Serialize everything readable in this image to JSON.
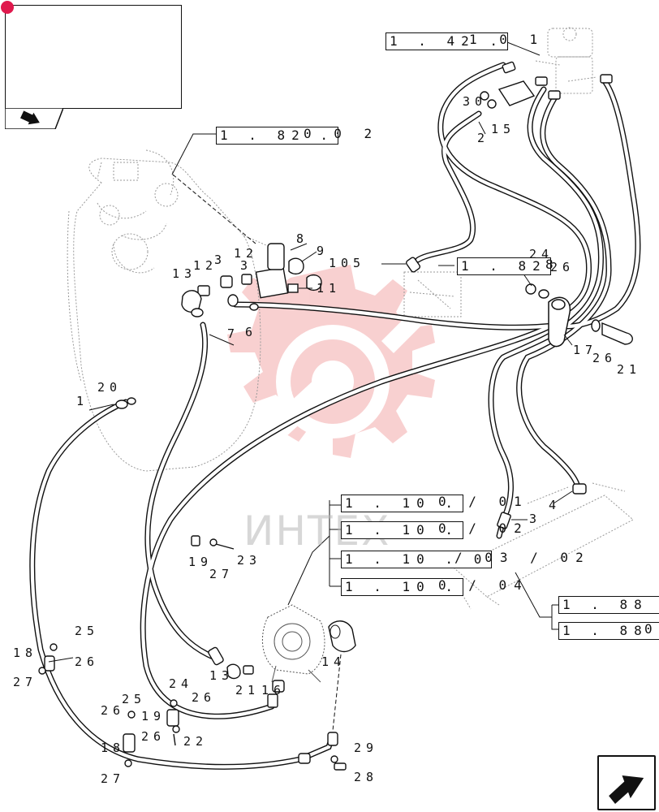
{
  "ref_boxes": [
    {
      "name": "ref-1-42",
      "box": "1 . 42 .",
      "tail": "1 0 1"
    },
    {
      "name": "ref-1-82-top",
      "box": "1 . 82 .",
      "tail": "0 0 2"
    },
    {
      "name": "ref-1-82-mid",
      "box": "1 . 82",
      "tail": "8"
    },
    {
      "name": "ref-1-10-01",
      "box": "1 . 10 .",
      "tail": "0 / 01"
    },
    {
      "name": "ref-1-10-02",
      "box": "1 . 10 .",
      "tail": "0 / 02"
    },
    {
      "name": "ref-1-10-0302",
      "box": "1 . 10 . 0",
      "tail": "/ 03 / 02"
    },
    {
      "name": "ref-1-10-04",
      "box": "1 . 10 .",
      "tail": "0 / 04"
    },
    {
      "name": "ref-1-88-a",
      "box": "1 . 88 .",
      "tail": ""
    },
    {
      "name": "ref-1-88-b",
      "box": "1 . 88 .",
      "tail": "0"
    }
  ],
  "callouts": [
    "30",
    "2",
    "15",
    "8",
    "9",
    "12",
    "3",
    "105",
    "11",
    "13",
    "12",
    "3",
    "6",
    "7",
    "24",
    "26",
    "17",
    "26",
    "21",
    "20",
    "1",
    "4",
    "3",
    "19",
    "23",
    "27",
    "25",
    "18",
    "26",
    "27",
    "24",
    "13",
    "21",
    "16",
    "26",
    "14",
    "25",
    "26",
    "19",
    "26",
    "22",
    "18",
    "27",
    "29",
    "28"
  ],
  "watermark": {
    "text": "ИНТЕХ"
  },
  "colors": {
    "line": "#111111",
    "ghost": "#9a9a9a",
    "watermark": "#e85a5a",
    "badge": "#e0194d"
  }
}
